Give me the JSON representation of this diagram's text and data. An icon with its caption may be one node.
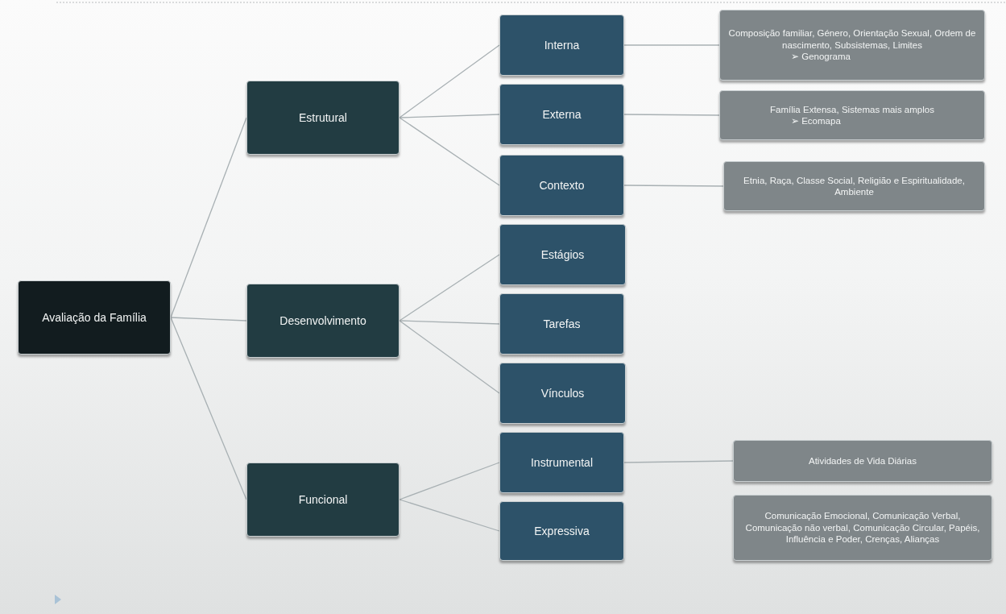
{
  "diagram": {
    "nodes": [
      {
        "text": [
          "Avaliação da Família"
        ]
      },
      {
        "text": [
          "Estrutural"
        ]
      },
      {
        "text": [
          "Desenvolvimento"
        ]
      },
      {
        "text": [
          "Funcional"
        ]
      },
      {
        "text": [
          "Interna"
        ]
      },
      {
        "text": [
          "Externa"
        ]
      },
      {
        "text": [
          "Contexto"
        ]
      },
      {
        "text": [
          "Estágios"
        ]
      },
      {
        "text": [
          "Tarefas"
        ]
      },
      {
        "text": [
          "Vínculos"
        ]
      },
      {
        "text": [
          "Instrumental"
        ]
      },
      {
        "text": [
          "Expressiva"
        ]
      },
      {
        "text": [
          "Composição familiar, Género, Orientação Sexual, Ordem de nascimento, Subsistemas, Limites",
          "➢ Genograma"
        ]
      },
      {
        "text": [
          "Família Extensa, Sistemas mais amplos",
          "➢ Ecomapa"
        ]
      },
      {
        "text": [
          "Etnia, Raça, Classe Social, Religião e Espiritualidade, Ambiente"
        ]
      },
      {
        "text": [
          "Atividades de Vida Diárias"
        ]
      },
      {
        "text": [
          "Comunicação Emocional, Comunicação Verbal, Comunicação não verbal, Comunicação Circular, Papéis, Influência e Poder, Crenças, Alianças"
        ]
      }
    ],
    "edges": [
      {
        "from": 0,
        "to": 1,
        "arrow": "none"
      },
      {
        "from": 0,
        "to": 2,
        "arrow": "none"
      },
      {
        "from": 0,
        "to": 3,
        "arrow": "none"
      },
      {
        "from": 1,
        "to": 4,
        "arrow": "none"
      },
      {
        "from": 1,
        "to": 5,
        "arrow": "none"
      },
      {
        "from": 1,
        "to": 6,
        "arrow": "none"
      },
      {
        "from": 2,
        "to": 7,
        "arrow": "none"
      },
      {
        "from": 2,
        "to": 8,
        "arrow": "none"
      },
      {
        "from": 2,
        "to": 9,
        "arrow": "none"
      },
      {
        "from": 3,
        "to": 10,
        "arrow": "none"
      },
      {
        "from": 3,
        "to": 11,
        "arrow": "none"
      },
      {
        "from": 4,
        "to": 12,
        "arrow": "none"
      },
      {
        "from": 5,
        "to": 13,
        "arrow": "none"
      },
      {
        "from": 6,
        "to": 14,
        "arrow": "none"
      },
      {
        "from": 10,
        "to": 15,
        "arrow": "none"
      }
    ]
  }
}
